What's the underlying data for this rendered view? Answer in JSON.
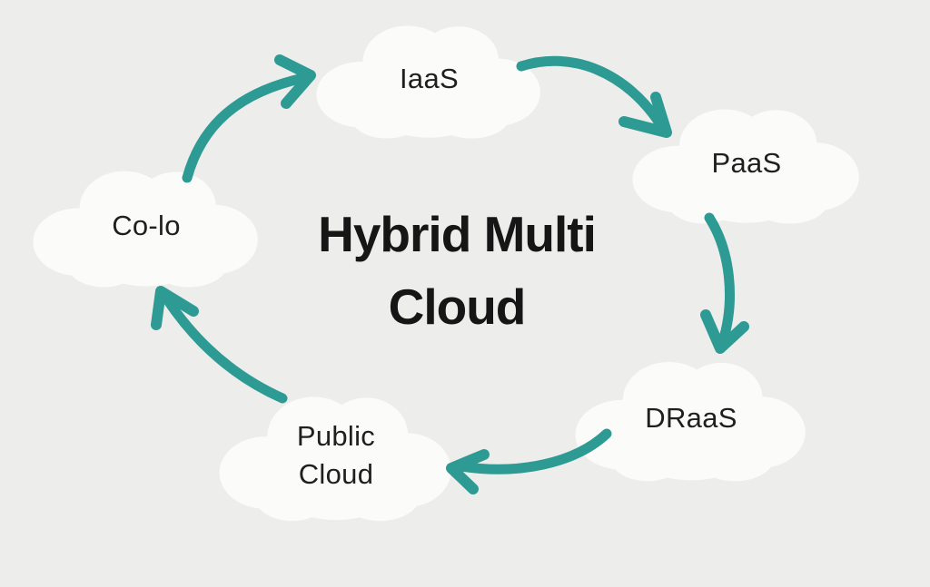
{
  "diagram": {
    "type": "cycle-diagram",
    "title": {
      "text": "Hybrid Multi Cloud",
      "line1": "Hybrid Multi",
      "line2": "Cloud"
    },
    "nodes": [
      {
        "id": "iaas",
        "label": "IaaS"
      },
      {
        "id": "paas",
        "label": "PaaS"
      },
      {
        "id": "draas",
        "label": "DRaaS"
      },
      {
        "id": "public-cloud",
        "label": "Public Cloud",
        "line1": "Public",
        "line2": "Cloud"
      },
      {
        "id": "co-lo",
        "label": "Co-lo"
      }
    ],
    "edges": [
      {
        "from": "Co-lo",
        "to": "IaaS"
      },
      {
        "from": "IaaS",
        "to": "PaaS"
      },
      {
        "from": "PaaS",
        "to": "DRaaS"
      },
      {
        "from": "DRaaS",
        "to": "Public Cloud"
      },
      {
        "from": "Public Cloud",
        "to": "Co-lo"
      }
    ],
    "colors": {
      "background": "#ededeb",
      "cloud_fill": "#fbfbfa",
      "arrow": "#2d9a94",
      "title_text": "#161616",
      "label_text": "#1f1f1f"
    }
  }
}
